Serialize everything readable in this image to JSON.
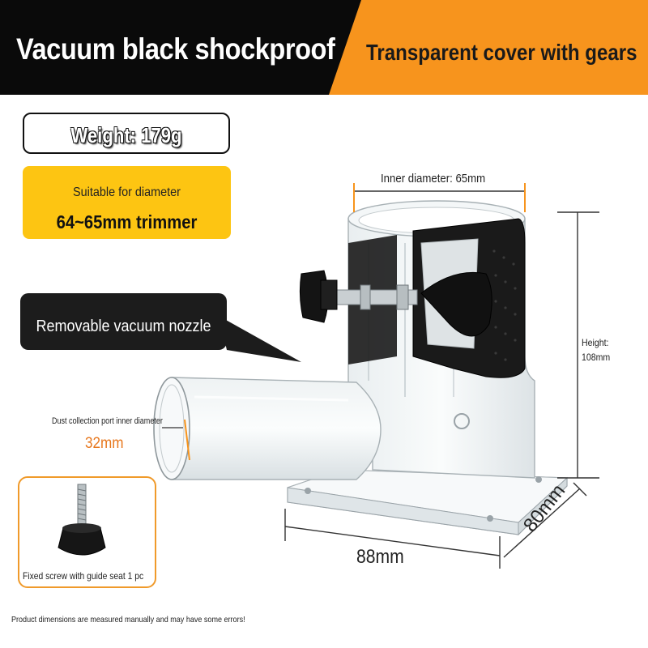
{
  "banner": {
    "left_text": "Vacuum black shockproof",
    "right_text": "Transparent cover with gears",
    "left_color": "#0a0a0a",
    "right_color": "#f7941d"
  },
  "weight": {
    "text": "Weight: 179g"
  },
  "suitable": {
    "line1": "Suitable for diameter",
    "line2": "64~65mm trimmer",
    "color": "#fdc512"
  },
  "nozzle": {
    "text": "Removable vacuum nozzle"
  },
  "dimensions": {
    "inner_diameter": "Inner diameter: 65mm",
    "height_line1": "Height:",
    "height_line2": "108mm",
    "dust_port_label": "Dust collection port inner diameter",
    "dust_port_value": "32mm",
    "width": "88mm",
    "depth": "80mm"
  },
  "accessory": {
    "label": "Fixed screw with guide seat 1 pc"
  },
  "footer": {
    "note": "Product dimensions are measured manually and may have some errors!"
  }
}
